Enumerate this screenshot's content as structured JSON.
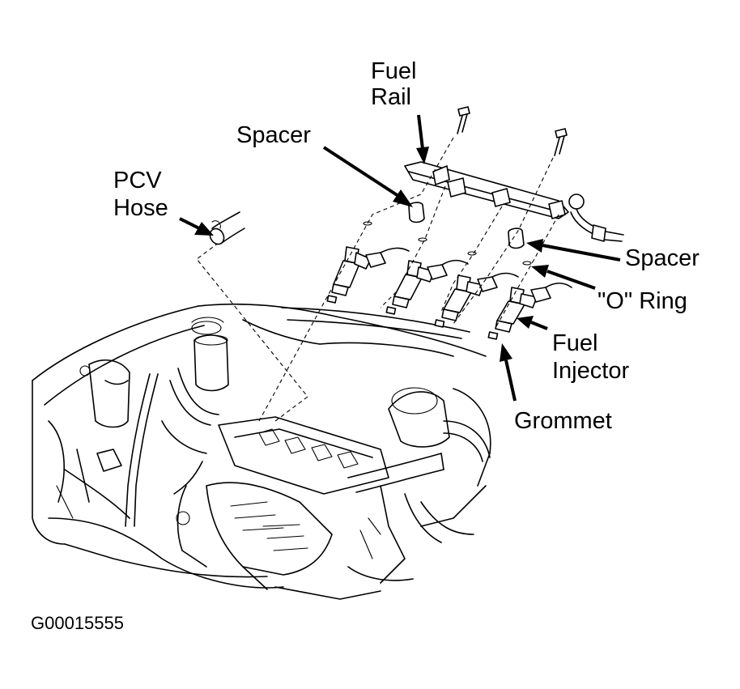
{
  "labels": {
    "fuel_rail": [
      "Fuel",
      "Rail"
    ],
    "spacer_top": "Spacer",
    "pcv_hose": [
      "PCV",
      "Hose"
    ],
    "spacer_right": "Spacer",
    "o_ring": "\"O\" Ring",
    "fuel_injector": [
      "Fuel",
      "Injector"
    ],
    "grommet": "Grommet"
  },
  "figure_id": "G00015555"
}
